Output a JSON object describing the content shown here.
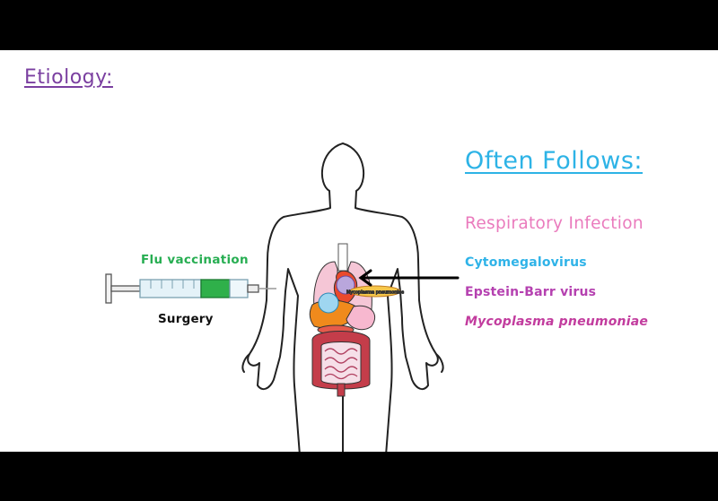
{
  "title": "Etiology:",
  "often_follows": {
    "heading": "Often Follows:",
    "primary": "Respiratory Infection",
    "causes": [
      "Cytomegalovirus",
      "Epstein-Barr virus",
      "Mycoplasma pneumoniae"
    ]
  },
  "labels": {
    "flu": "Flu vaccination",
    "surgery": "Surgery"
  },
  "colors": {
    "title": "#7a3fa0",
    "heading": "#2db3e6",
    "primary": "#ea7bbd",
    "flu": "#27ae52"
  },
  "icons": [
    "syringe-icon",
    "human-body-icon",
    "lungs-icon",
    "heart-icon",
    "liver-icon",
    "stomach-icon",
    "intestines-icon",
    "arrow-icon"
  ]
}
